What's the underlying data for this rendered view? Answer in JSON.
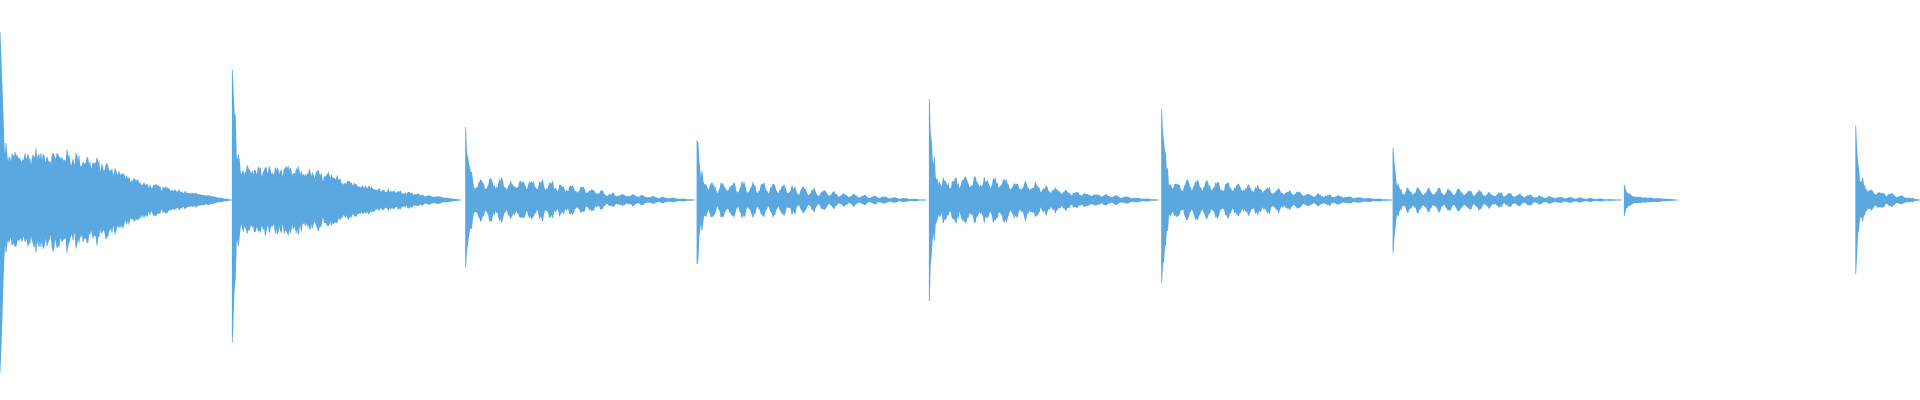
{
  "waveform": {
    "color": "#5BA8E0",
    "background": "#ffffff",
    "segments": [
      {
        "onset": 0.0,
        "duration": 0.1205,
        "peak": 0.86,
        "body": 0.22,
        "bump": 0.08,
        "ripple": 0.12
      },
      {
        "onset": 0.121,
        "duration": 0.119,
        "peak": 0.72,
        "body": 0.16,
        "bump": 0.04,
        "ripple": 0.15
      },
      {
        "onset": 0.2425,
        "duration": 0.1195,
        "peak": 0.4,
        "body": 0.1,
        "bump": 0.03,
        "ripple": 0.45
      },
      {
        "onset": 0.363,
        "duration": 0.1195,
        "peak": 0.38,
        "body": 0.09,
        "bump": 0.02,
        "ripple": 0.55
      },
      {
        "onset": 0.484,
        "duration": 0.1195,
        "peak": 0.5,
        "body": 0.11,
        "bump": 0.03,
        "ripple": 0.4
      },
      {
        "onset": 0.605,
        "duration": 0.12,
        "peak": 0.48,
        "body": 0.09,
        "bump": 0.02,
        "ripple": 0.45
      },
      {
        "onset": 0.7255,
        "duration": 0.119,
        "peak": 0.24,
        "body": 0.06,
        "bump": 0.01,
        "ripple": 0.55
      },
      {
        "onset": 0.846,
        "duration": 0.028,
        "peak": 0.08,
        "body": 0.02,
        "bump": 0.0,
        "ripple": 0.1
      },
      {
        "onset": 0.9665,
        "duration": 0.0335,
        "peak": 0.36,
        "body": 0.07,
        "bump": 0.0,
        "ripple": 0.4
      }
    ]
  }
}
